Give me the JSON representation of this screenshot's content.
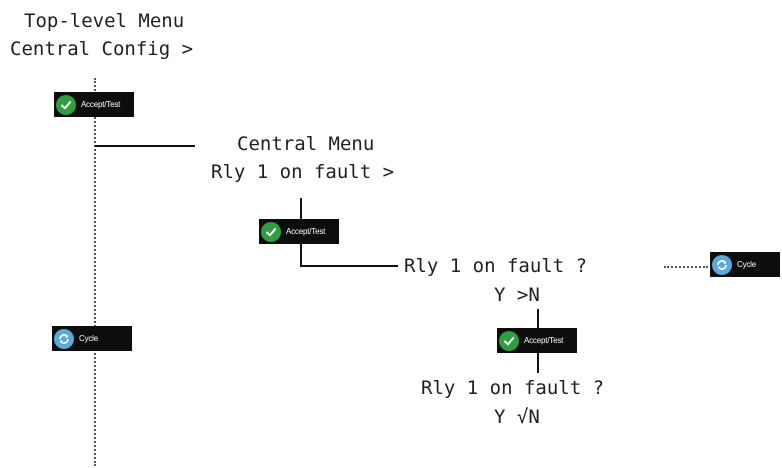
{
  "top_menu": {
    "title": "Top-level Menu",
    "item": "Central Config >"
  },
  "central_menu": {
    "title": "Central Menu",
    "item": "Rly 1 on fault >"
  },
  "question_1": {
    "prompt": "Rly 1 on fault ?",
    "options": "Y >N"
  },
  "question_2": {
    "prompt": "Rly 1 on fault ?",
    "options": "Y √N"
  },
  "buttons": {
    "accept_label": "Accept/Test",
    "cycle_label": "Cycle",
    "accept_icon": "check-icon",
    "cycle_icon": "cycle-arrows-icon",
    "accept_color": "#2e9e3e",
    "cycle_color": "#5aa9dc"
  }
}
